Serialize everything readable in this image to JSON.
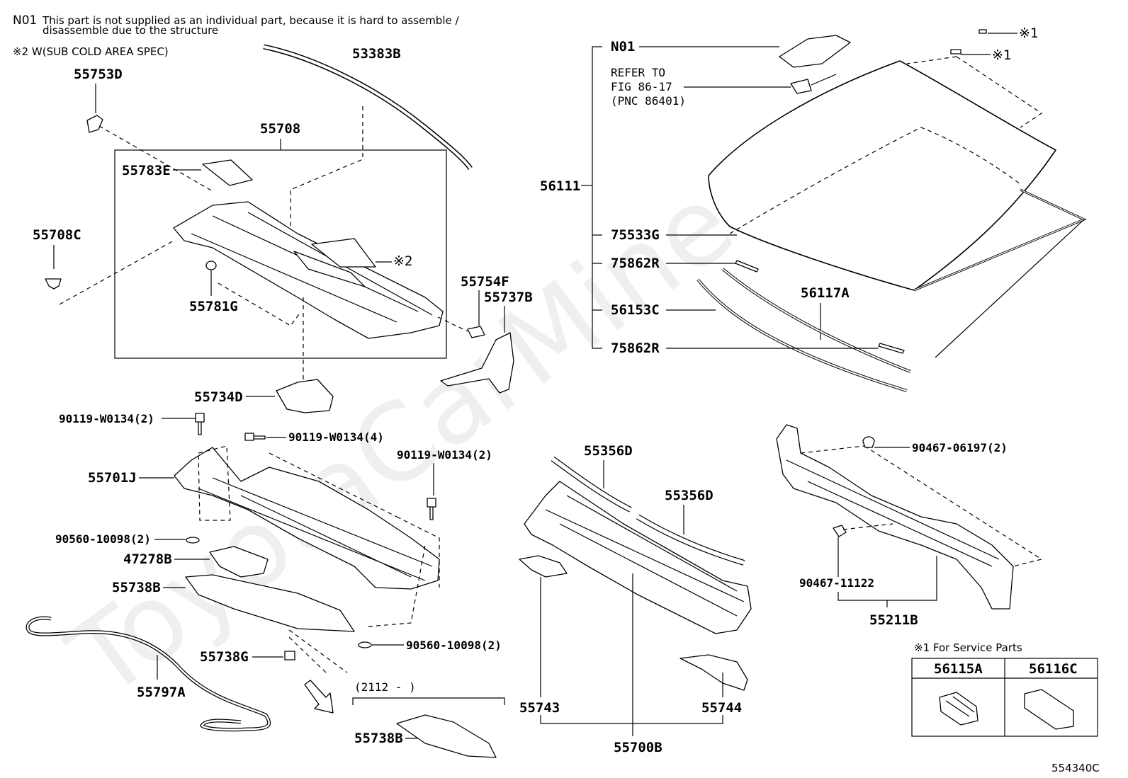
{
  "notes": {
    "n01_code": "N01",
    "n01_line1": "This part is not supplied as an individual part, because it is hard to assemble /",
    "n01_line2": "disassemble due to the structure",
    "note2": "※2 W(SUB COLD AREA SPEC)"
  },
  "labels": {
    "p55753D": "55753D",
    "p53383B": "53383B",
    "p55708": "55708",
    "p55783E": "55783E",
    "p55708C": "55708C",
    "mark2": "※2",
    "p55781G": "55781G",
    "p55754F": "55754F",
    "p55737B": "55737B",
    "p55734D": "55734D",
    "b90119a": "90119-W0134(2)",
    "b90119b": "90119-W0134(4)",
    "b90119c": "90119-W0134(2)",
    "p55701J": "55701J",
    "w90560a": "90560-10098(2)",
    "p47278B": "47278B",
    "p55738B": "55738B",
    "w90560b": "90560-10098(2)",
    "p55738G": "55738G",
    "p55797A": "55797A",
    "date_range": "(2112 -        )",
    "p55738B_2": "55738B",
    "N01": "N01",
    "refer1": "REFER TO",
    "refer2": "FIG 86-17",
    "refer3": "(PNC 86401)",
    "mark1a": "※1",
    "mark1b": "※1",
    "p56111": "56111",
    "p75533G": "75533G",
    "p75862R_1": "75862R",
    "p56153C": "56153C",
    "p56117A": "56117A",
    "p75862R_2": "75862R",
    "p55356D_1": "55356D",
    "p55356D_2": "55356D",
    "p55743": "55743",
    "p55744": "55744",
    "p55700B": "55700B",
    "c90467_06197": "90467-06197(2)",
    "c90467_11122": "90467-11122",
    "p55211B": "55211B"
  },
  "legend": {
    "title": "※1 For Service Parts",
    "col1": "56115A",
    "col2": "56116C"
  },
  "diagram_code": "554340C",
  "watermark": "ToyotaCarMine.ru"
}
